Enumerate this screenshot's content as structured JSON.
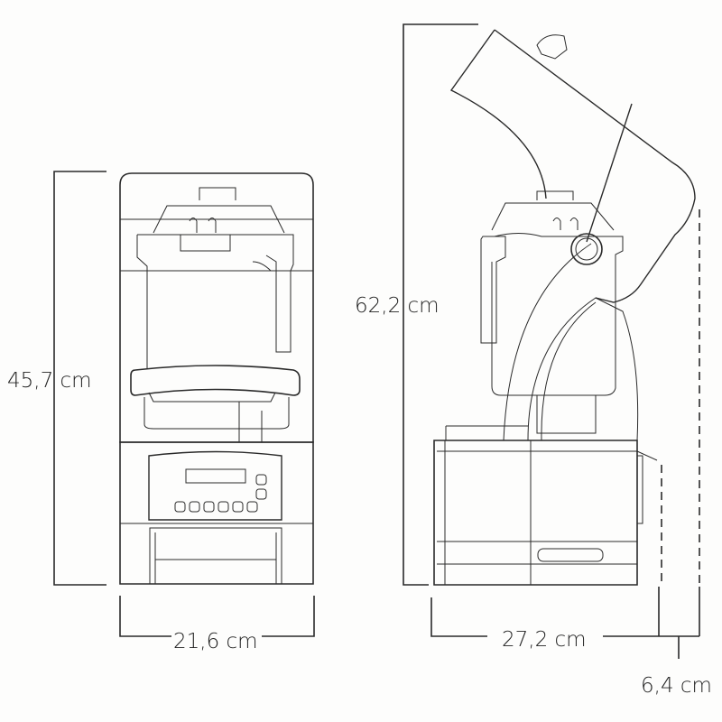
{
  "title": "Blender dimensions",
  "dimensions": {
    "front_height": "45,7 cm",
    "front_width": "21,6 cm",
    "side_height_lid_open": "62,2 cm",
    "side_depth": "27,2 cm",
    "side_clearance": "6,4 cm"
  },
  "colors": {
    "line": "#2a2a2a",
    "background": "#fdfdfc"
  }
}
